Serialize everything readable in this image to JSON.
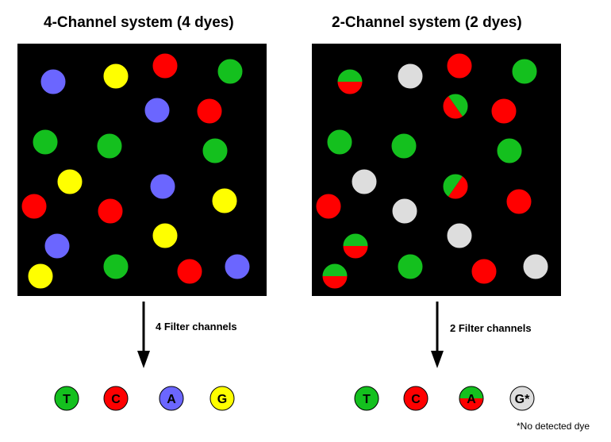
{
  "colors": {
    "red": "#ff0000",
    "green": "#14c01e",
    "blue": "#6b66ff",
    "yellow": "#ffff00",
    "gray": "#dddddd",
    "background": "#000000"
  },
  "left": {
    "title": "4-Channel system (4 dyes)",
    "filter_label": "4 Filter channels",
    "bases": [
      {
        "letter": "T",
        "fill": [
          "green"
        ]
      },
      {
        "letter": "C",
        "fill": [
          "red"
        ]
      },
      {
        "letter": "A",
        "fill": [
          "blue"
        ]
      },
      {
        "letter": "G",
        "fill": [
          "yellow"
        ]
      }
    ],
    "clusters": [
      "blue",
      "yellow",
      "red",
      "green",
      "blue",
      "red",
      "green",
      "green",
      "green",
      "yellow",
      "blue",
      "yellow",
      "red",
      "red",
      "yellow",
      "blue",
      "green",
      "red",
      "blue",
      "yellow"
    ]
  },
  "right": {
    "title": "2-Channel system (2 dyes)",
    "filter_label": "2 Filter channels",
    "bases": [
      {
        "letter": "T",
        "fill": [
          "green"
        ]
      },
      {
        "letter": "C",
        "fill": [
          "red"
        ]
      },
      {
        "letter": "A",
        "fill": [
          "green",
          "red"
        ]
      },
      {
        "letter": "G*",
        "fill": [
          "gray"
        ]
      }
    ],
    "clusters": [
      [
        "green",
        "red"
      ],
      [
        "gray"
      ],
      [
        "red"
      ],
      [
        "green"
      ],
      [
        "green",
        "red"
      ],
      [
        "red"
      ],
      [
        "green"
      ],
      [
        "green"
      ],
      [
        "green"
      ],
      [
        "gray"
      ],
      [
        "green",
        "red"
      ],
      [
        "red"
      ],
      [
        "red"
      ],
      [
        "gray"
      ],
      [
        "gray"
      ],
      [
        "green",
        "red"
      ],
      [
        "green"
      ],
      [
        "red"
      ],
      [
        "gray"
      ],
      [
        "green",
        "red"
      ]
    ],
    "footnote": "*No detected dye"
  }
}
